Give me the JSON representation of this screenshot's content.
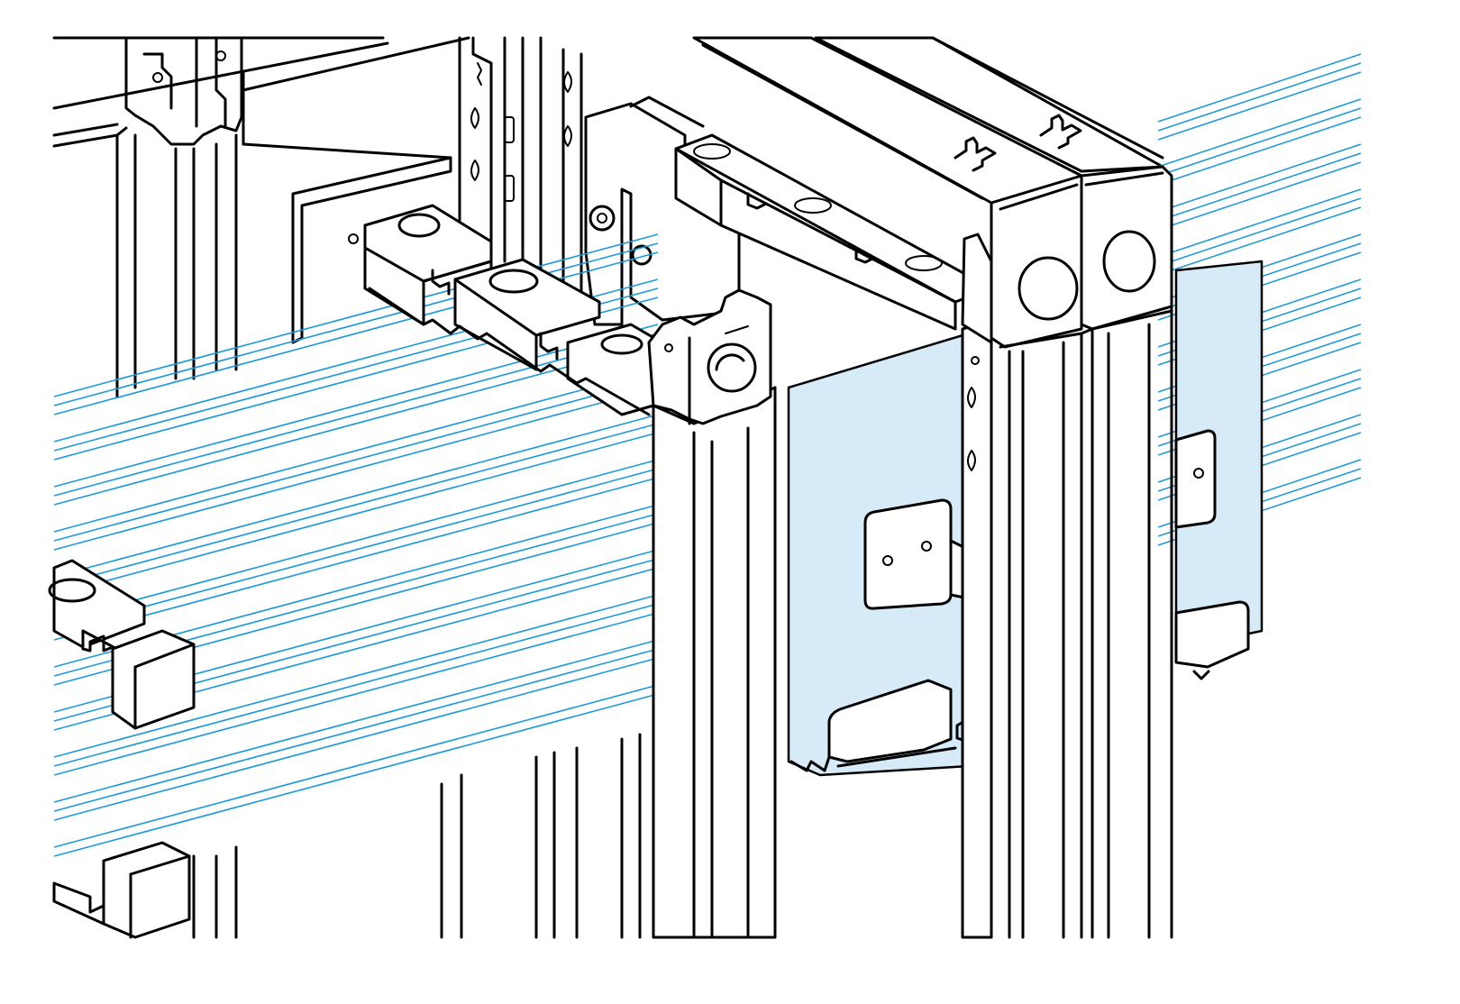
{
  "colors": {
    "background": "#ffffff",
    "outline": "#000000",
    "busbar": "#1e9ad6",
    "insulation_panel": "#d6eaf8"
  },
  "parts": [
    {
      "id": "busbar-set-main",
      "kind": "busbar"
    },
    {
      "id": "busbar-set-rear",
      "kind": "busbar"
    },
    {
      "id": "frame-upright",
      "kind": "frame"
    },
    {
      "id": "frame-top-rail",
      "kind": "frame"
    },
    {
      "id": "busbar-support",
      "kind": "support"
    },
    {
      "id": "insulating-partition",
      "kind": "panel"
    },
    {
      "id": "fixing-bracket",
      "kind": "bracket"
    }
  ]
}
